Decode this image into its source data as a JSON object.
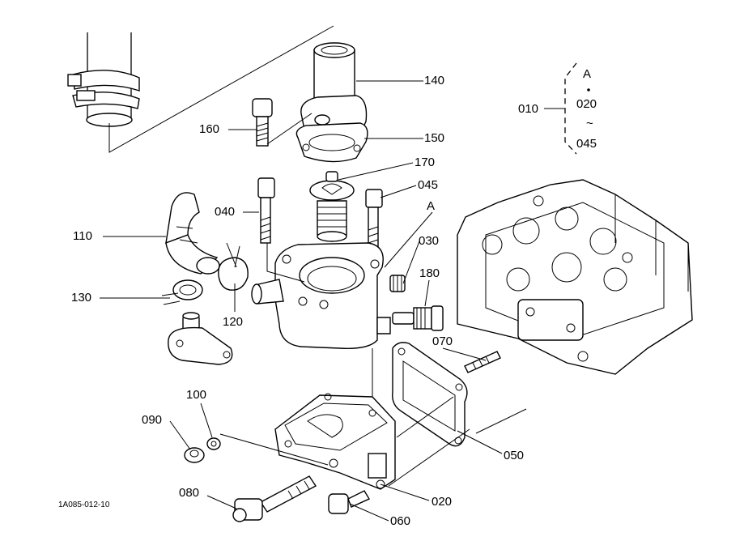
{
  "diagram": {
    "doc_code": "1A085-012-10",
    "callouts": {
      "p140": "140",
      "p150": "150",
      "p160": "160",
      "p170": "170",
      "p045": "045",
      "p040": "040",
      "pA": "A",
      "p110": "110",
      "p030": "030",
      "p180": "180",
      "p130": "130",
      "p120": "120",
      "p070": "070",
      "p100": "100",
      "p090": "090",
      "p050": "050",
      "p080": "080",
      "p020": "020",
      "p060": "060"
    },
    "set_group": {
      "ref": "010",
      "top": "A",
      "first": "020",
      "range_mark": "~",
      "last": "045"
    }
  }
}
